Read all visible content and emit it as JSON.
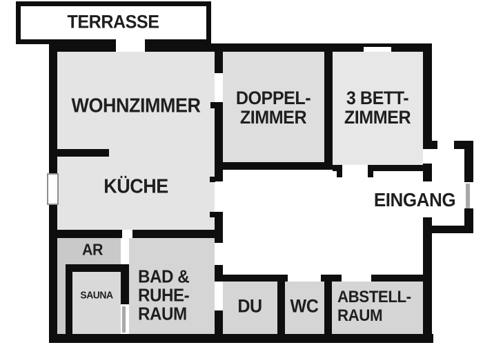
{
  "colors": {
    "bg": "#ffffff",
    "wall": "#0e0e0e",
    "label": "#1f1f1f",
    "door_leaf": "#a8a8a8",
    "room_light": "#e4e4e4",
    "room_mid": "#dedede",
    "room_bett": "#e7e7e7",
    "room_service": "#d5d5d5",
    "room_ar": "#c9c9c9",
    "room_sauna": "#d9d9d9"
  },
  "rooms": {
    "terrasse": {
      "label": "TERRASSE"
    },
    "wohnzimmer": {
      "label": "WOHNZIMMER"
    },
    "doppelzimmer": {
      "line1": "DOPPEL-",
      "line2": "ZIMMER"
    },
    "dreibettzimmer": {
      "line1": "3 BETT-",
      "line2": "ZIMMER"
    },
    "kueche": {
      "label": "KÜCHE"
    },
    "eingang": {
      "label": "EINGANG"
    },
    "ar": {
      "label": "AR"
    },
    "sauna": {
      "label": "SAUNA"
    },
    "bad_ruheraum": {
      "line1": "BAD &",
      "line2": "RUHE-",
      "line3": "RAUM"
    },
    "dusche": {
      "label": "DU"
    },
    "wc": {
      "label": "WC"
    },
    "abstellraum": {
      "line1": "ABSTELL-",
      "line2": "RAUM"
    }
  }
}
